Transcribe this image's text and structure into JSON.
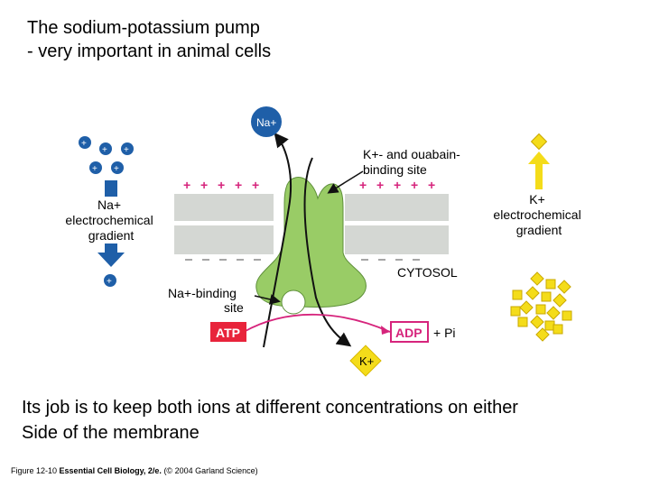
{
  "title": {
    "line1": "The sodium-potassium pump",
    "line2": "- very important in animal cells"
  },
  "diagram": {
    "na_gradient_label": [
      "Na+",
      "electrochemical",
      "gradient"
    ],
    "k_gradient_label": [
      "K+",
      "electrochemical",
      "gradient"
    ],
    "na_ion_label": "Na+",
    "k_ion_label": "K+",
    "k_binding_label": [
      "K+- and ouabain-",
      "binding site"
    ],
    "cytosol_label": "CYTOSOL",
    "na_binding_label": [
      "Na+-binding",
      "site"
    ],
    "atp_label": "ATP",
    "adp_label": "ADP",
    "pi_label": "+ Pi",
    "colors": {
      "na_blue": "#1f5fa8",
      "k_yellow": "#f4dc1a",
      "pump_green": "#99cc66",
      "membrane_gray": "#d4d7d3",
      "atp_red": "#e8243b",
      "adp_magenta": "#d6247c",
      "plus_pink": "#d6247c"
    }
  },
  "body_text": {
    "line1": "Its job is to keep both ions at different concentrations on either",
    "line2": "Side of the membrane"
  },
  "caption": {
    "figure": "Figure 12-10",
    "book": "Essential Cell Biology, 2/e.",
    "copyright": "(© 2004 Garland Science)"
  }
}
